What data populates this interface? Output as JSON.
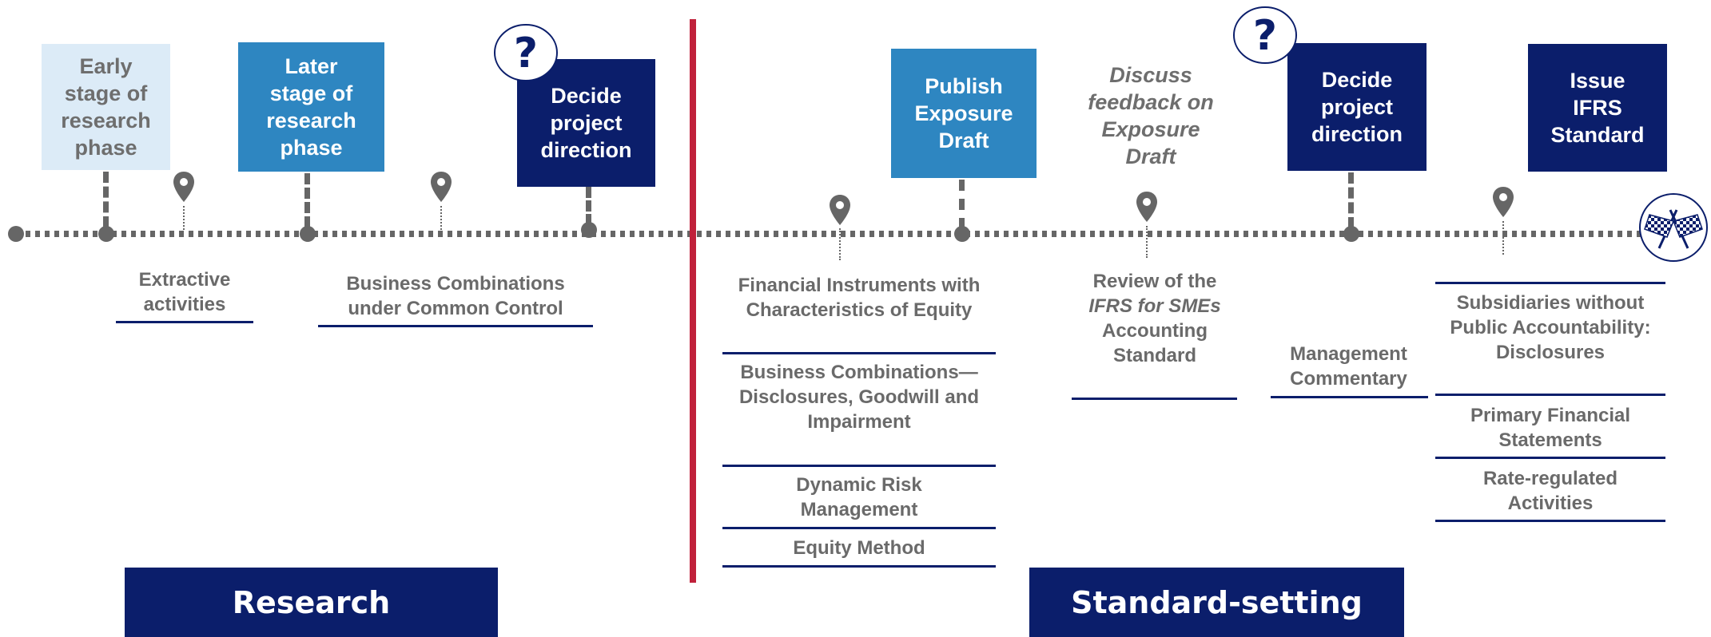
{
  "research_steps": {
    "early": "Early\nstage of\nresearch\nphase",
    "later": "Later\nstage of\nresearch\nphase",
    "decide": "Decide\nproject\ndirection"
  },
  "standard_steps": {
    "publish": "Publish\nExposure\nDraft",
    "discuss": "Discuss\nfeedback on\nExposure\nDraft",
    "decide": "Decide\nproject\ndirection",
    "issue": "Issue\nIFRS\nStandard"
  },
  "research_projects": [
    "Extractive activities",
    "Business Combinations under Common Control"
  ],
  "standard_projects": {
    "ed_stage": [
      "Financial Instruments with Characteristics of Equity",
      "Business Combinations—Disclosures, Goodwill and Impairment",
      "Dynamic Risk Management",
      "Equity Method"
    ],
    "feedback_stage": {
      "line1": "Review of the",
      "italic": "IFRS for SMEs",
      "line2": "Accounting Standard"
    },
    "decide_stage": [
      "Management Commentary"
    ],
    "issue_stage": [
      "Subsidiaries without Public Accountability: Disclosures",
      "Primary Financial Statements",
      "Rate-regulated Activities"
    ]
  },
  "phases": {
    "research": "Research",
    "standard_setting": "Standard-setting"
  },
  "icons": {
    "question": "question-mark-icon",
    "pin": "map-pin-icon",
    "flags": "checkered-flags-icon"
  },
  "colors": {
    "light_blue": "#dcebf7",
    "mid_blue": "#2e86c1",
    "navy": "#0b1e6b",
    "divider_red": "#c0213b",
    "timeline_grey": "#666666"
  }
}
